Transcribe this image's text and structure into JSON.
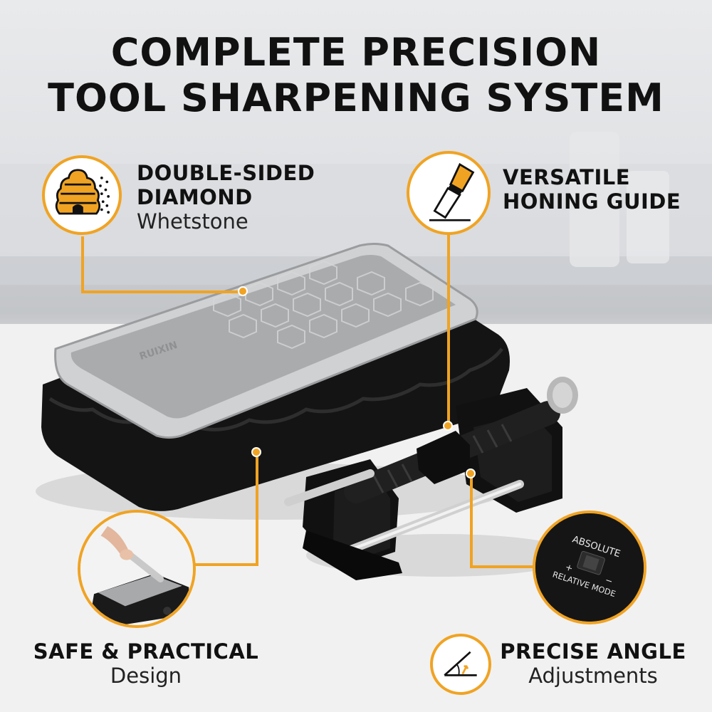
{
  "title": {
    "line1": "COMPLETE PRECISION",
    "line2": "TOOL SHARPENING SYSTEM"
  },
  "features": {
    "whetstone": {
      "strong1": "DOUBLE-SIDED",
      "strong2": "DIAMOND",
      "sub": "Whetstone",
      "icon": "honeycomb-icon"
    },
    "honing": {
      "strong1": "VERSATILE",
      "strong2": "HONING GUIDE",
      "icon": "chisel-icon"
    },
    "safe": {
      "strong": "SAFE & PRACTICAL",
      "sub": "Design",
      "icon": "sharpening-photo"
    },
    "angle": {
      "strong": "PRECISE ANGLE",
      "sub": "Adjustments",
      "icon": "angle-icon"
    }
  },
  "mode_switch": {
    "top": "ABSOLUTE",
    "bottom": "RELATIVE MODE",
    "plus": "+",
    "minus": "−"
  },
  "stone_brand": "RUIXIN",
  "colors": {
    "accent": "#f0a323",
    "text": "#111111"
  }
}
